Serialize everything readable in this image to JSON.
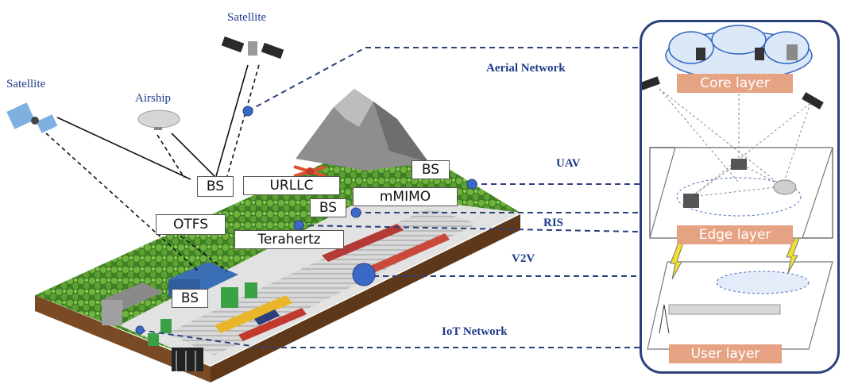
{
  "labels": {
    "satellite_left": "Satellite",
    "satellite_top": "Satellite",
    "airship": "Airship",
    "aerial_network": "Aerial Network",
    "uav": "UAV",
    "ris": "RIS",
    "v2v": "V2V",
    "iot_network": "IoT Network"
  },
  "boxes": {
    "bs_left": "BS",
    "urllc": "URLLC",
    "bs_top_right": "BS",
    "mmimo": "mMIMO",
    "bs_mid": "BS",
    "otfs": "OTFS",
    "terahertz": "Terahertz",
    "bs_bottom": "BS"
  },
  "layers": {
    "core": "Core layer",
    "edge": "Edge layer",
    "user": "User layer"
  },
  "colors": {
    "link_blue": "#2e3f7c",
    "band": "#e6a384",
    "grass": "#4d8f2c",
    "soil": "#7a4a24",
    "ground": "#e4e4e4"
  }
}
